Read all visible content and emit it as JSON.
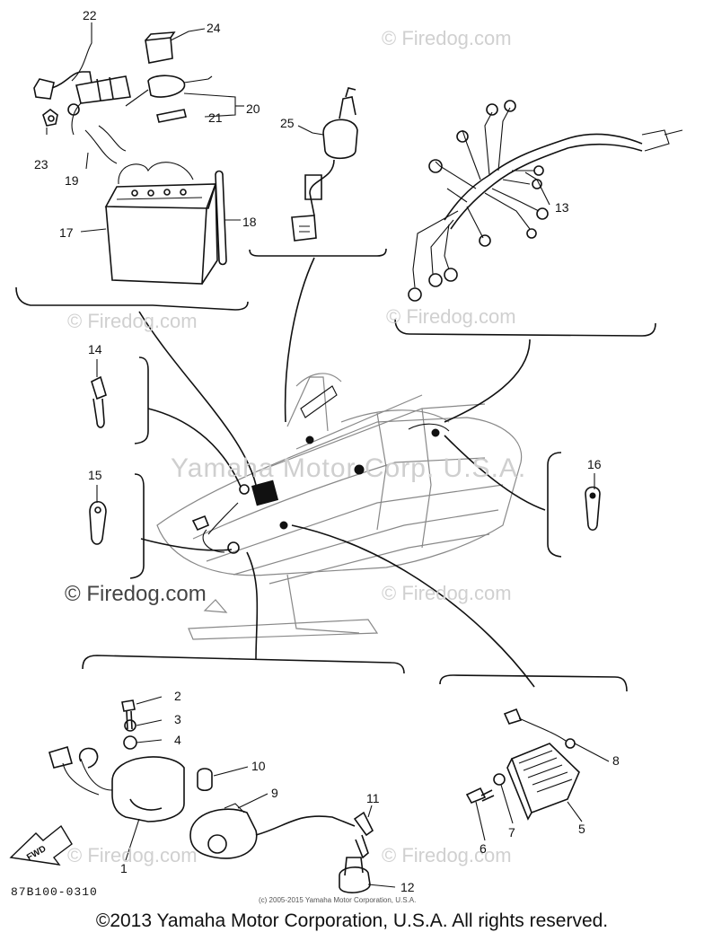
{
  "watermarks": {
    "firedog": "© Firedog.com",
    "center": "Yamaha Motor Corp. U.S.A."
  },
  "callouts": {
    "c1": "1",
    "c2": "2",
    "c3": "3",
    "c4": "4",
    "c5": "5",
    "c6": "6",
    "c7": "7",
    "c8": "8",
    "c9": "9",
    "c10": "10",
    "c11": "11",
    "c12": "12",
    "c13": "13",
    "c14": "14",
    "c15": "15",
    "c16": "16",
    "c17": "17",
    "c18": "18",
    "c19": "19",
    "c20": "20",
    "c21": "21",
    "c22": "22",
    "c23": "23",
    "c24": "24",
    "c25": "25"
  },
  "fwd_label": "FWD",
  "diagram_code": "87B100-0310",
  "small_copyright": "(c) 2005-2015 Yamaha Motor Corporation, U.S.A.",
  "footer_copyright": "©2013 Yamaha Motor Corporation, U.S.A. All rights reserved."
}
